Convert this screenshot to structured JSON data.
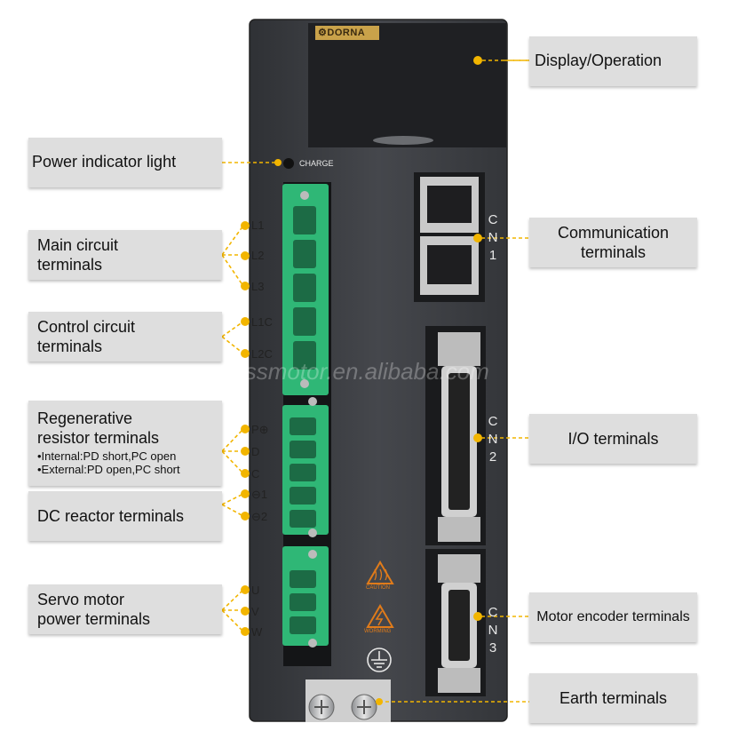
{
  "brand": "DORNA",
  "charge_label": "CHARGE",
  "watermark": "jssmotor.en.alibaba.com",
  "caution_label": "CAUTION",
  "warning_label": "WORMING",
  "callouts": {
    "display": "Display/Operation",
    "power_light": "Power indicator light",
    "main_circuit": [
      "Main circuit",
      "terminals"
    ],
    "control_circuit": [
      "Control circuit",
      "terminals"
    ],
    "regen": {
      "lines": [
        "Regenerative",
        "resistor terminals"
      ],
      "notes": [
        "•Internal:PD short,PC open",
        "•External:PD open,PC short"
      ]
    },
    "dc_reactor": "DC reactor terminals",
    "servo_power": [
      "Servo motor",
      "power terminals"
    ],
    "communication": [
      "Communication",
      "terminals"
    ],
    "io": "I/O terminals",
    "encoder": "Motor encoder terminals",
    "earth": "Earth  terminals"
  },
  "pins": {
    "main": [
      "L1",
      "L2",
      "L3"
    ],
    "control": [
      "L1C",
      "L2C"
    ],
    "regen": [
      "P⊕",
      "D",
      "C"
    ],
    "dc": [
      "⊖1",
      "⊖2"
    ],
    "motor": [
      "U",
      "V",
      "W"
    ]
  },
  "connectors": {
    "cn1": [
      "C",
      "N",
      "1"
    ],
    "cn2": [
      "C",
      "N",
      "2"
    ],
    "cn3": [
      "C",
      "N",
      "3"
    ]
  },
  "colors": {
    "accent": "#f2b500",
    "panel": "#3d3f44",
    "terminal_green": "#2fb776",
    "callout_bg": "#dedede"
  }
}
